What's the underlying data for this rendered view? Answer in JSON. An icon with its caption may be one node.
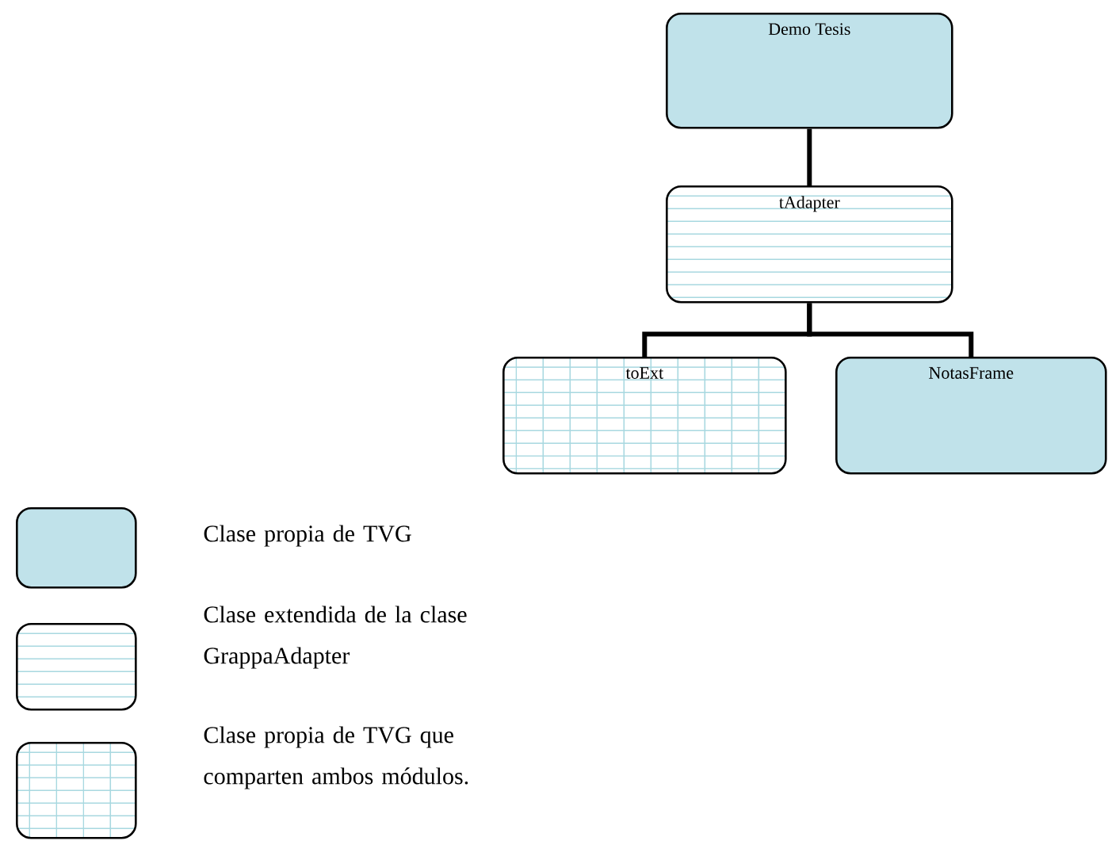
{
  "diagram": {
    "nodes": [
      {
        "text": [
          "Demo Tesis"
        ]
      },
      {
        "text": [
          "tAdapter"
        ]
      },
      {
        "text": [
          "toExt"
        ]
      },
      {
        "text": [
          "NotasFrame"
        ]
      }
    ],
    "edges": [
      {
        "from": 0,
        "to": 1,
        "arrow": "none"
      },
      {
        "from": 1,
        "to": 2,
        "arrow": "none"
      },
      {
        "from": 1,
        "to": 3,
        "arrow": "none"
      }
    ],
    "legend": [
      {
        "text": "Clase propia de TVG",
        "color": "#c0e2ea"
      },
      {
        "text": "Clase extendida de la clase GrappaAdapter"
      },
      {
        "text": "Clase propia de TVG que comparten ambos módulos."
      }
    ]
  }
}
